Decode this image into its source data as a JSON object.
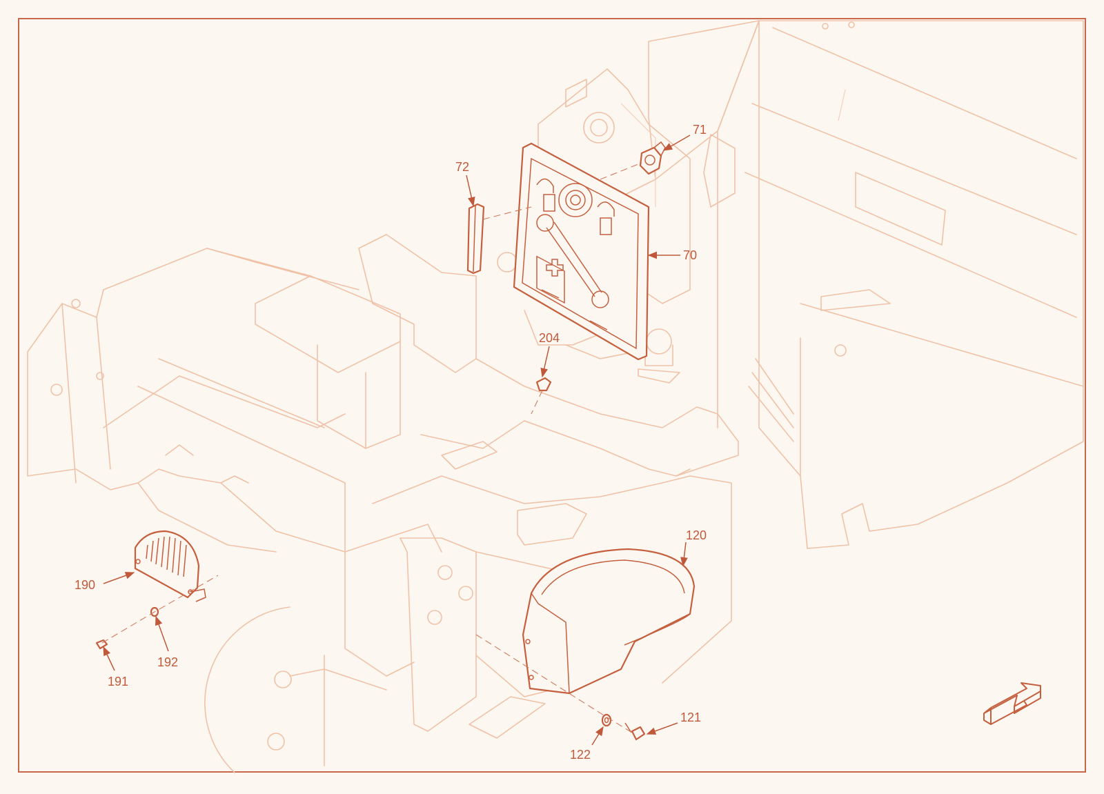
{
  "colors": {
    "background": "#fdf7f2",
    "frame": "#c8674a",
    "highlight": "#c55f3d",
    "ghost": "#efc2a7",
    "callout_text": "#c0593a"
  },
  "callouts": [
    {
      "id": "c70",
      "text": "70"
    },
    {
      "id": "c71",
      "text": "71"
    },
    {
      "id": "c72",
      "text": "72"
    },
    {
      "id": "c120",
      "text": "120"
    },
    {
      "id": "c121",
      "text": "121"
    },
    {
      "id": "c122",
      "text": "122"
    },
    {
      "id": "c190",
      "text": "190"
    },
    {
      "id": "c191",
      "text": "191"
    },
    {
      "id": "c192",
      "text": "192"
    },
    {
      "id": "c204",
      "text": "204"
    }
  ],
  "icons": {
    "orientation": "direction-arrow-icon",
    "lock_symbols": "padlock-icon",
    "tool_symbol": "wrench-icon"
  }
}
